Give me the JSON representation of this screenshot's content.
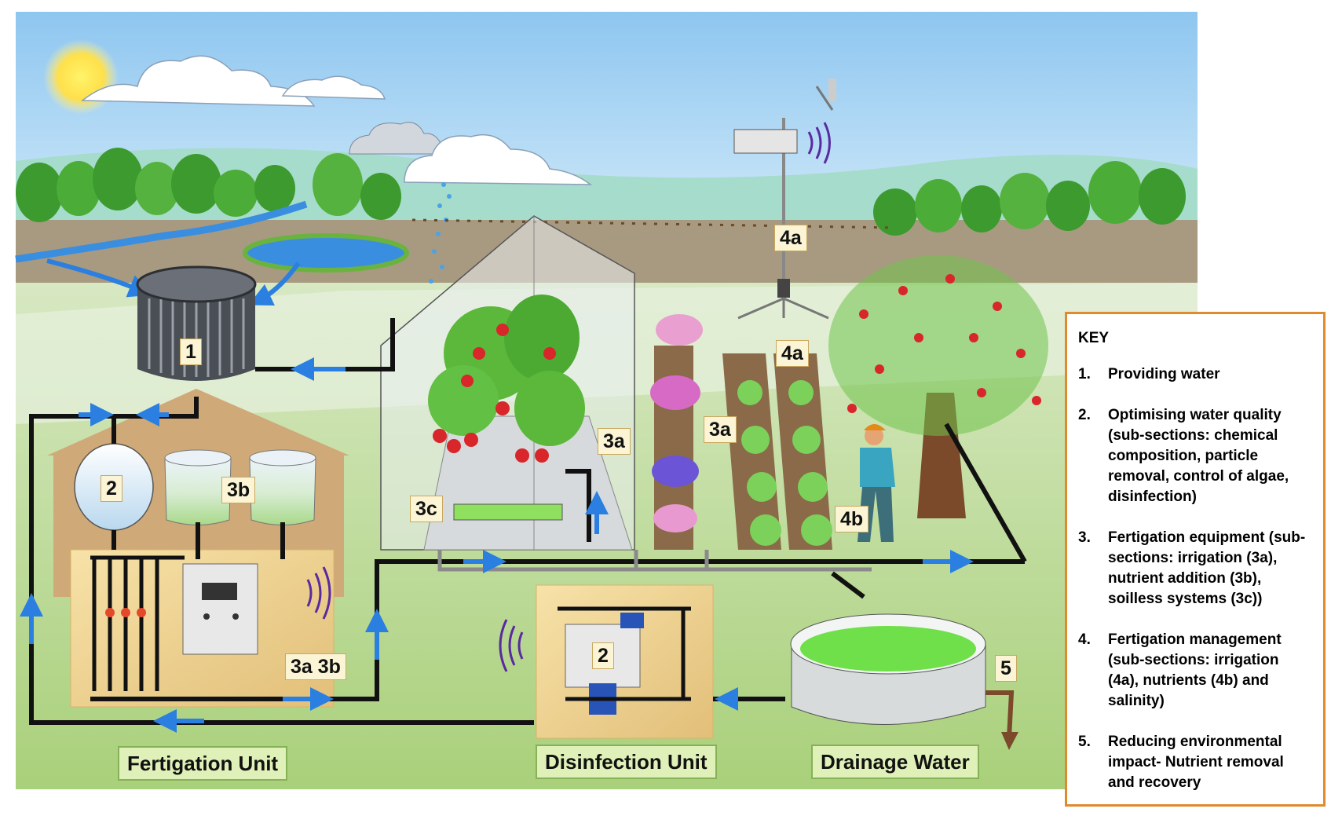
{
  "tags": {
    "tank1": "1",
    "tank2": "2",
    "disinfector2": "2",
    "t3b": "3b",
    "t3a_green": "3a",
    "t3c": "3c",
    "t3a_flowers": "3a",
    "t4a_station": "4a",
    "t4a_field": "4a",
    "t4b": "4b",
    "t3a3b": "3a 3b",
    "t5": "5"
  },
  "units": {
    "fertigation": "Fertigation Unit",
    "disinfection": "Disinfection Unit",
    "drainage": "Drainage Water"
  },
  "key": {
    "title": "KEY",
    "items": [
      {
        "num": "1.",
        "text": "Providing water"
      },
      {
        "num": "2.",
        "text": "Optimising water quality (sub-sections: chemical composition, particle removal, control of algae, disinfection)"
      },
      {
        "num": "3.",
        "text": "Fertigation equipment (sub-sections: irrigation (3a), nutrient addition (3b), soilless systems (3c))"
      },
      {
        "num": "4.",
        "text": "Fertigation management (sub-sections: irrigation (4a), nutrients (4b) and salinity)"
      },
      {
        "num": "5.",
        "text": "Reducing environmental impact- Nutrient removal and recovery"
      }
    ]
  },
  "colors": {
    "sky": "#a9d3f2",
    "hills": "#9fd4c2",
    "field": "#bcd99a",
    "pipe": "#111111",
    "flow_arrow": "#2b7fe0",
    "key_border": "#e08a2e",
    "label_bg": "#dff1b8"
  }
}
